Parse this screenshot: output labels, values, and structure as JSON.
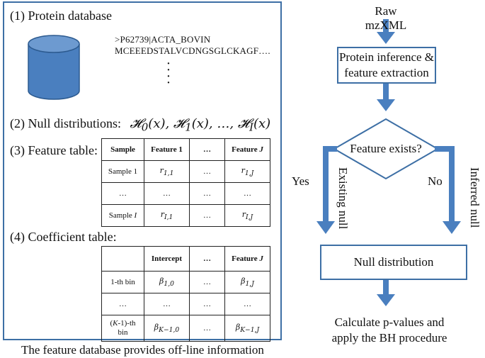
{
  "left": {
    "title1": "(1) Protein database",
    "seq_header": ">P62739|ACTA_BOVIN",
    "seq_line": "MCEEEDSTALVCDNGSGLCKAGF….",
    "dots": "⋮",
    "title2_prefix": "(2) Null distributions:",
    "title2_math": "𝓗₀(x), 𝓗₁(x), …, 𝓗_I(x)",
    "title3": "(3) Feature table:",
    "feature_table": {
      "headers": [
        "Sample",
        "Feature 1",
        "…",
        "Feature J"
      ],
      "rows": [
        [
          "Sample 1",
          "r₁,₁",
          "…",
          "r₁,J"
        ],
        [
          "…",
          "…",
          "…",
          "…"
        ],
        [
          "Sample I",
          "r_I,1",
          "…",
          "r_I,J"
        ]
      ]
    },
    "title4": "(4) Coefficient table:",
    "coef_table": {
      "headers": [
        "",
        "Intercept",
        "…",
        "Feature J"
      ],
      "rows": [
        [
          "1-th bin",
          "β₁,₀",
          "…",
          "β₁,J"
        ],
        [
          "…",
          "…",
          "…",
          "…"
        ],
        [
          "(K-1)-th bin",
          "β_K−1,0",
          "…",
          "β_K−1,J"
        ]
      ]
    },
    "caption": "The feature database provides off-line information"
  },
  "flow": {
    "raw": "Raw mzXML",
    "protein_line1": "Protein inference &",
    "protein_line2": "feature extraction",
    "decision": "Feature exists?",
    "yes": "Yes",
    "no": "No",
    "existing_null": "Existing null",
    "inferred_null": "Inferred null",
    "null_dist": "Null distribution",
    "calc_line1": "Calculate p-values and",
    "calc_line2": "apply the BH procedure"
  },
  "colors": {
    "accent": "#3d6fa5",
    "cylinder": "#4a7fbf"
  }
}
